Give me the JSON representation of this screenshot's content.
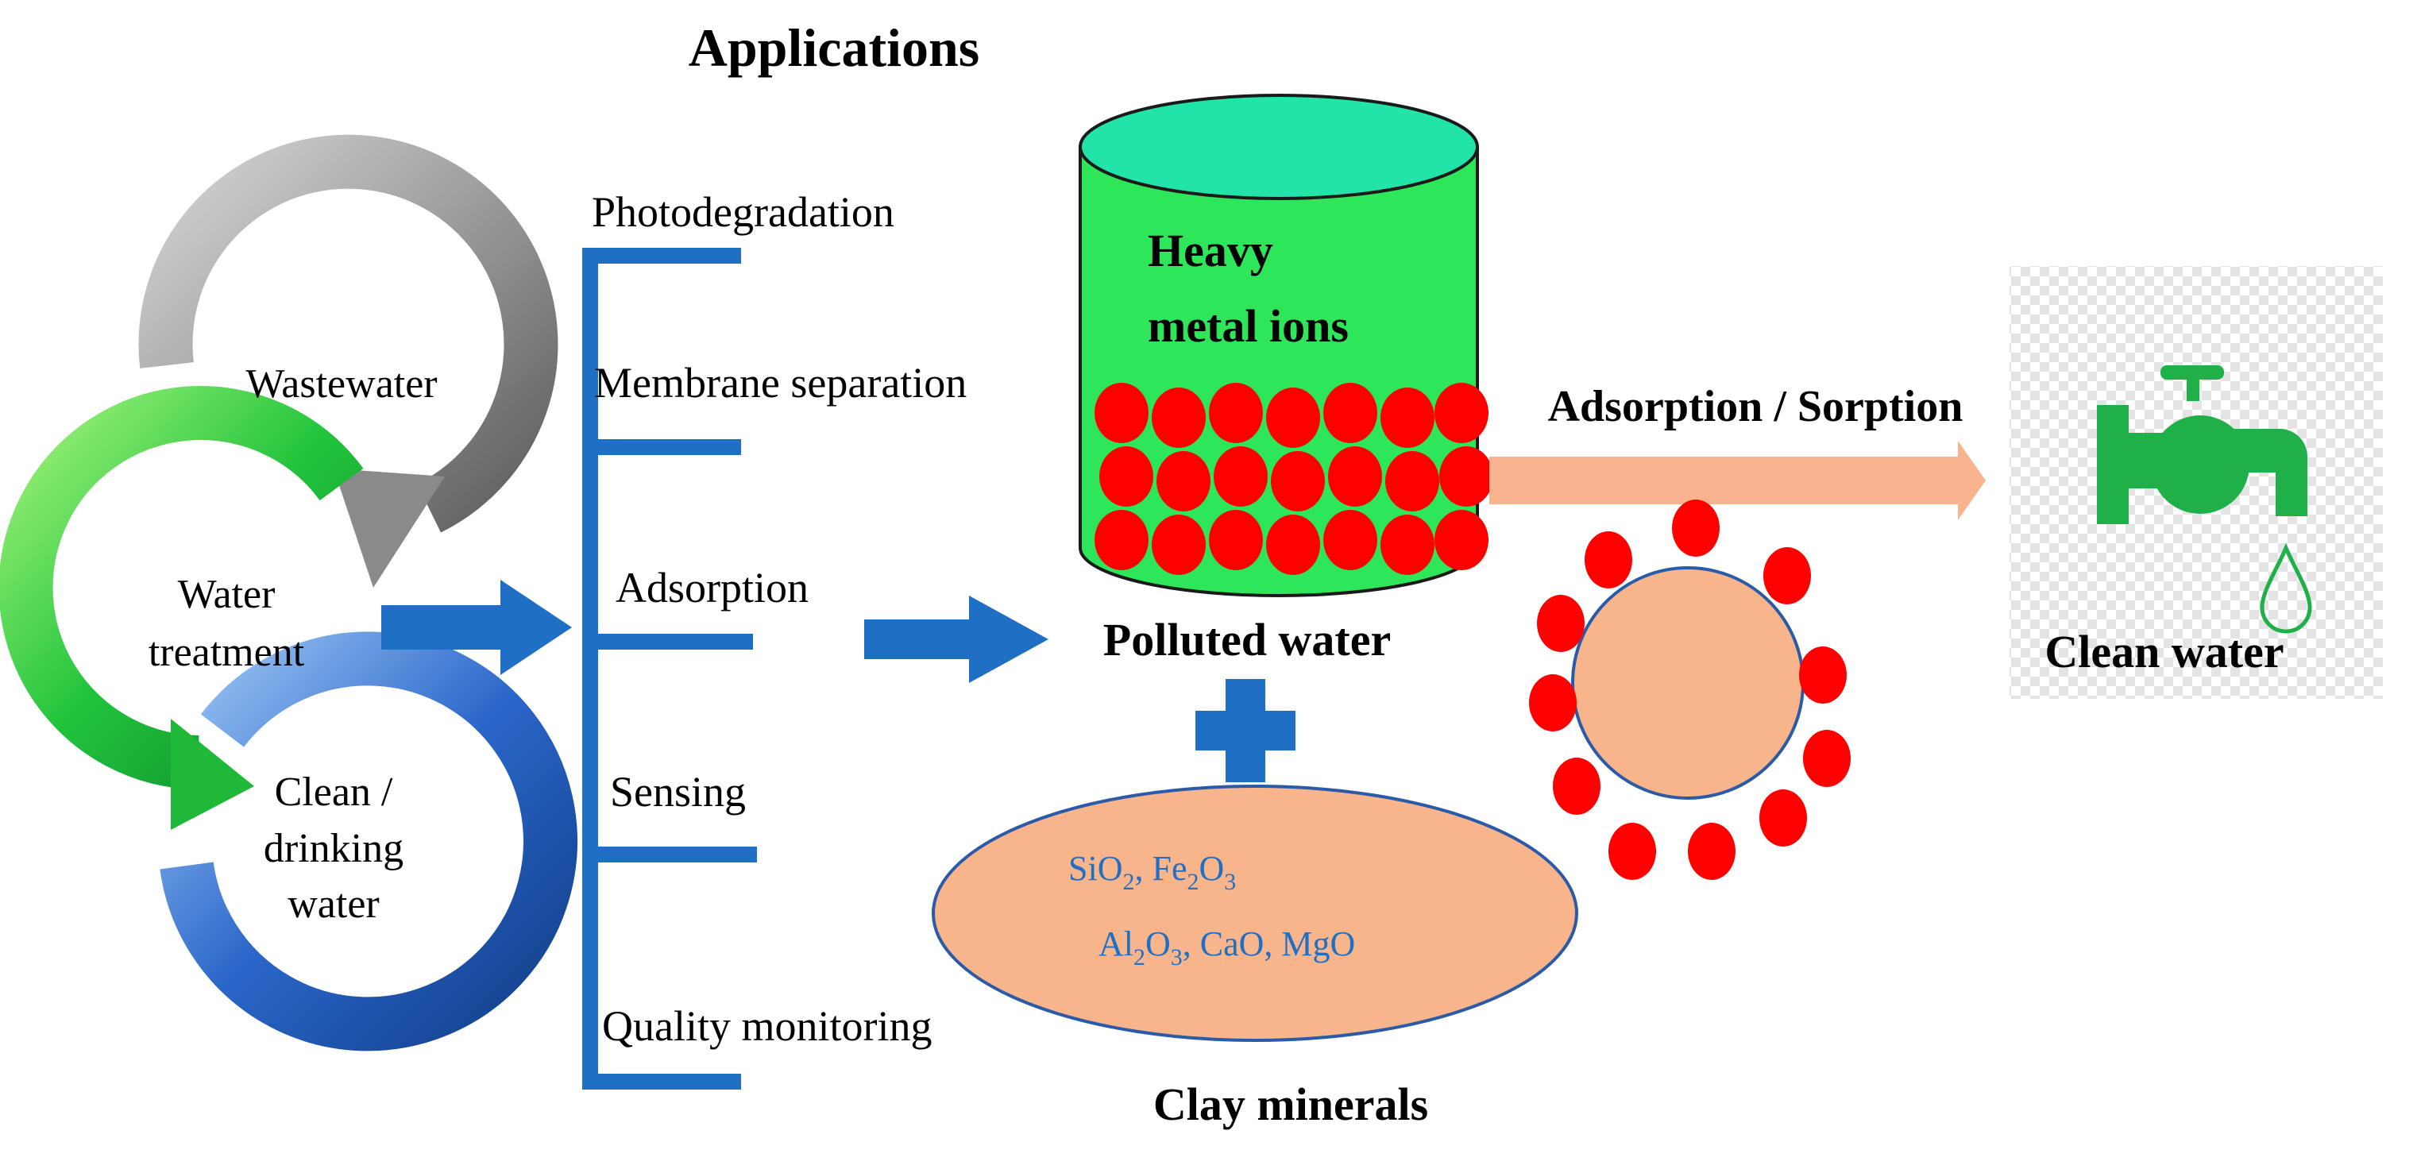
{
  "title": "Applications",
  "cycle": {
    "wastewater": "Wastewater",
    "treatment_line1": "Water",
    "treatment_line2": "treatment",
    "clean_line1": "Clean /",
    "clean_line2": "drinking",
    "clean_line3": "water"
  },
  "applications": [
    "Photodegradation",
    "Membrane separation",
    "Adsorption",
    "Sensing",
    "Quality monitoring"
  ],
  "container": {
    "label_line1": "Heavy",
    "label_line2": "metal ions",
    "caption": "Polluted water"
  },
  "clay": {
    "line1": [
      "SiO",
      "2",
      ", Fe",
      "2",
      "O",
      "3"
    ],
    "line2": [
      "Al",
      "2",
      "O",
      "3",
      ", CaO, MgO"
    ],
    "caption": "Clay minerals"
  },
  "process": "Adsorption / Sorption",
  "result": "Clean water",
  "colors": {
    "arrow_blue": "#1f6fc4",
    "container_green": "#2ee65a",
    "container_top": "#22e3a8",
    "ion_red": "#ff0000",
    "clay_orange": "#f8b48a",
    "tap_green": "#1fb04a",
    "arrow_salmon": "#f9b48f",
    "cycle_gray": "#8c8c8c",
    "cycle_green": "#22c43c",
    "cycle_blue": "#2a66c9"
  },
  "icons": [
    "cycle-arrow-gray-icon",
    "cycle-arrow-green-icon",
    "cycle-arrow-blue-icon",
    "water-tap-icon",
    "water-drop-icon",
    "plus-icon"
  ]
}
